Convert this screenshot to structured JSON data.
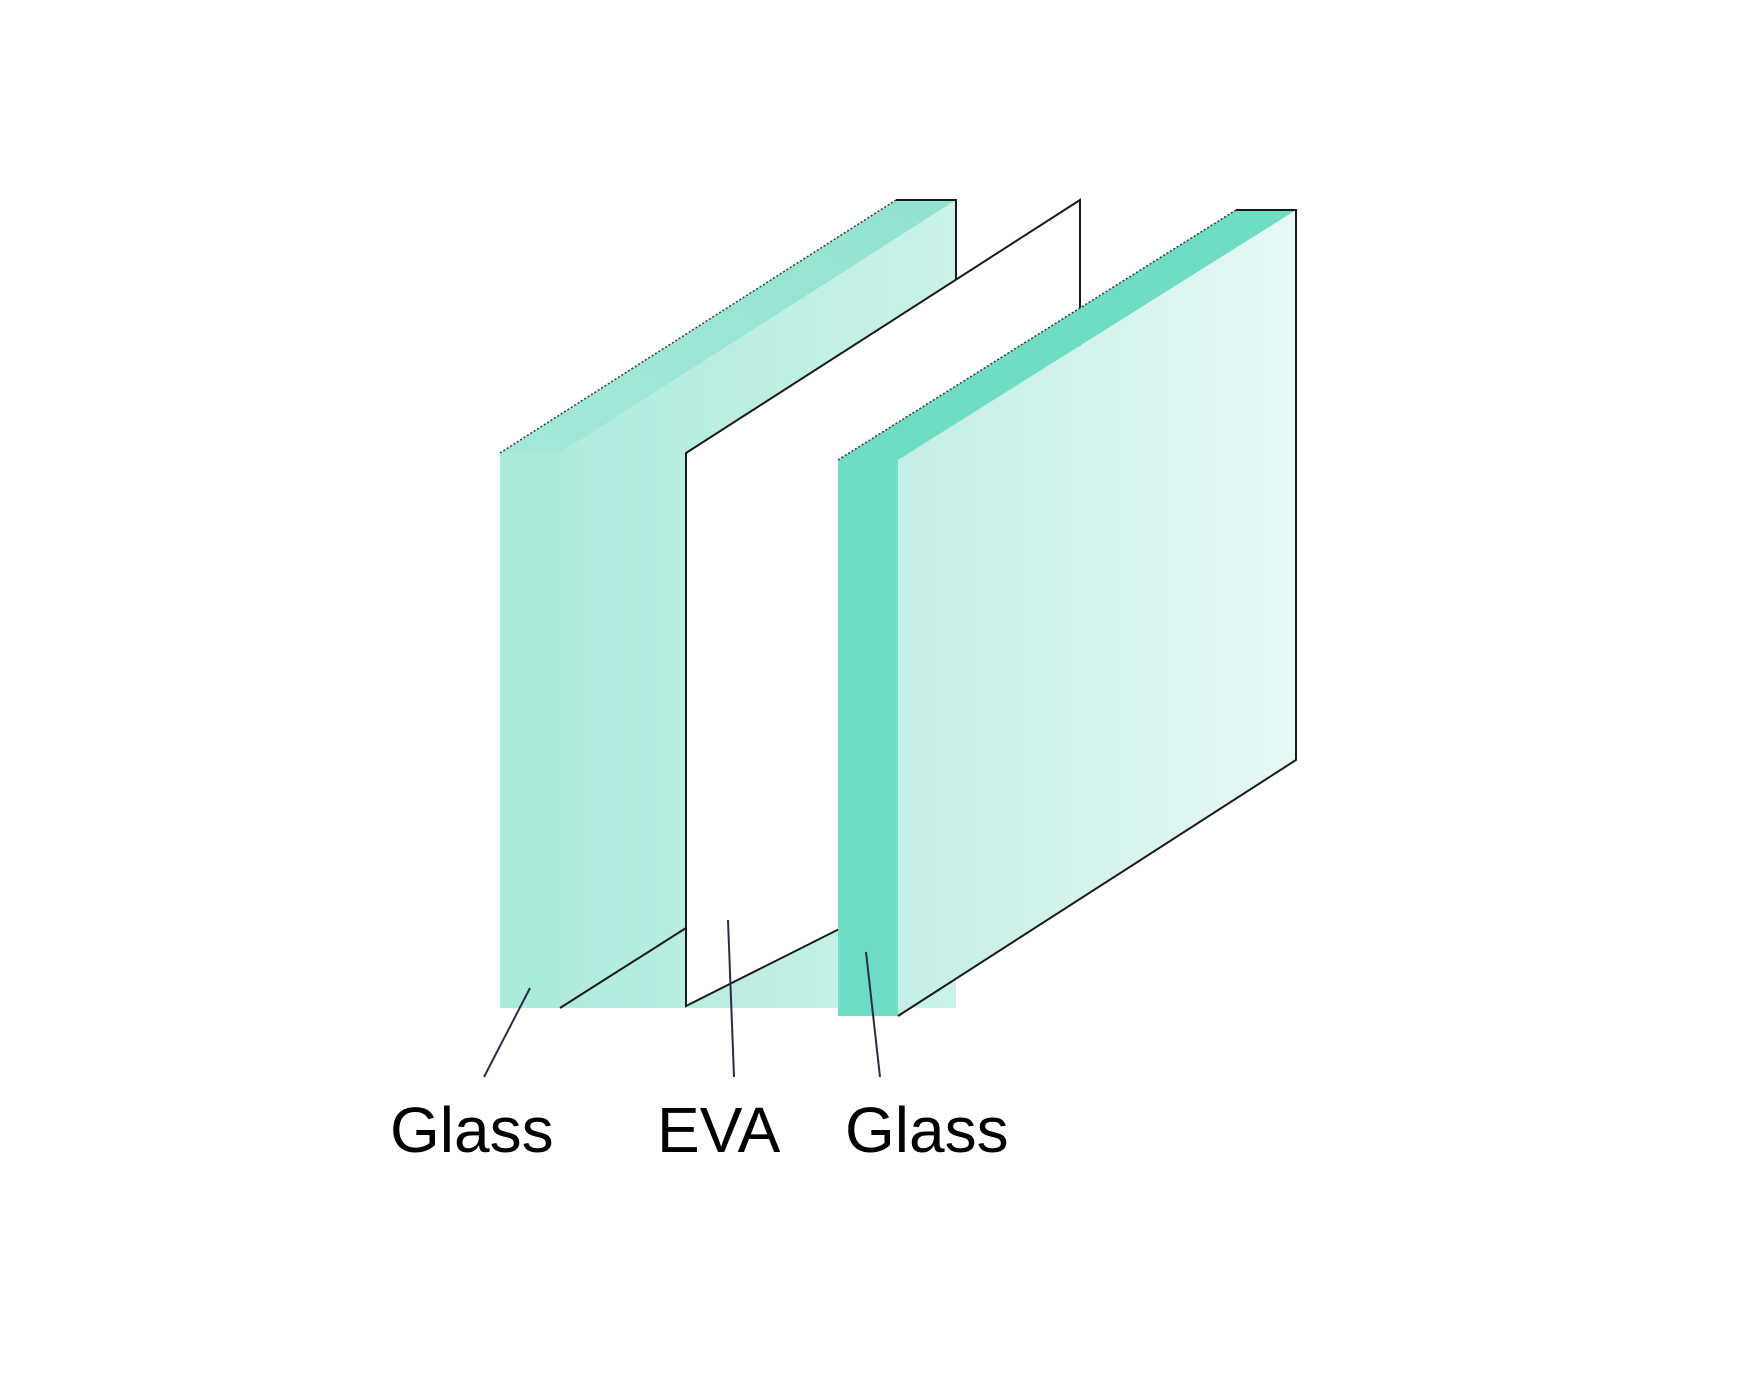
{
  "diagram": {
    "labels": {
      "glass_left": "Glass",
      "eva": "EVA",
      "glass_right": "Glass"
    },
    "colors": {
      "glass_face": "#b2ebdf",
      "glass_face_light": "#dff6f2",
      "glass_edge": "#6fdcc6",
      "glass_top": "#9fe6d6",
      "eva_fill": "#ffffff",
      "outline": "#1a1a1a",
      "leader_line": "#2b2b4a"
    }
  }
}
